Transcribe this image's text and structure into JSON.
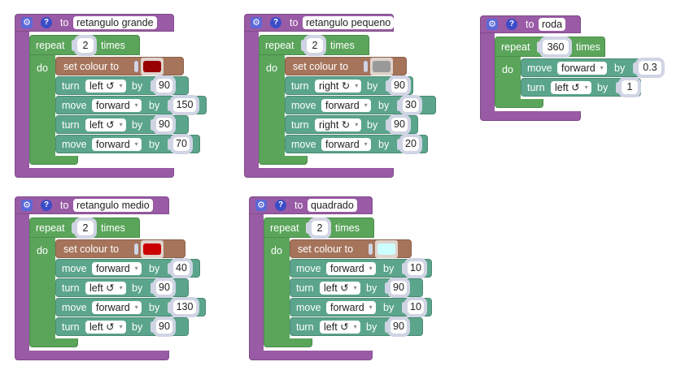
{
  "labels": {
    "to": "to",
    "repeat": "repeat",
    "times": "times",
    "do": "do",
    "set_colour": "set colour to",
    "turn": "turn",
    "move": "move",
    "by": "by",
    "gear": "⚙",
    "help": "?",
    "arrow": "▾"
  },
  "procedures": [
    {
      "name": "retangulo grande",
      "times": "2",
      "colour": "#990000",
      "steps": [
        {
          "type": "turn",
          "dir": "left ↺",
          "value": "90"
        },
        {
          "type": "move",
          "dir": "forward",
          "value": "150"
        },
        {
          "type": "turn",
          "dir": "left ↺",
          "value": "90"
        },
        {
          "type": "move",
          "dir": "forward",
          "value": "70"
        }
      ]
    },
    {
      "name": "retangulo pequeno",
      "times": "2",
      "colour": "#999999",
      "steps": [
        {
          "type": "turn",
          "dir": "right ↻",
          "value": "90"
        },
        {
          "type": "move",
          "dir": "forward",
          "value": "30"
        },
        {
          "type": "turn",
          "dir": "right ↻",
          "value": "90"
        },
        {
          "type": "move",
          "dir": "forward",
          "value": "20"
        }
      ]
    },
    {
      "name": "roda",
      "times": "360",
      "steps": [
        {
          "type": "move",
          "dir": "forward",
          "value": "0.3"
        },
        {
          "type": "turn",
          "dir": "left ↺",
          "value": "1"
        }
      ]
    },
    {
      "name": "retangulo medio",
      "times": "2",
      "colour": "#cc0000",
      "steps": [
        {
          "type": "move",
          "dir": "forward",
          "value": "40"
        },
        {
          "type": "turn",
          "dir": "left ↺",
          "value": "90"
        },
        {
          "type": "move",
          "dir": "forward",
          "value": "130"
        },
        {
          "type": "turn",
          "dir": "left ↺",
          "value": "90"
        }
      ]
    },
    {
      "name": "quadrado",
      "times": "2",
      "colour": "#ccffff",
      "steps": [
        {
          "type": "move",
          "dir": "forward",
          "value": "10"
        },
        {
          "type": "turn",
          "dir": "left ↺",
          "value": "90"
        },
        {
          "type": "move",
          "dir": "forward",
          "value": "10"
        },
        {
          "type": "turn",
          "dir": "left ↺",
          "value": "90"
        }
      ]
    }
  ]
}
